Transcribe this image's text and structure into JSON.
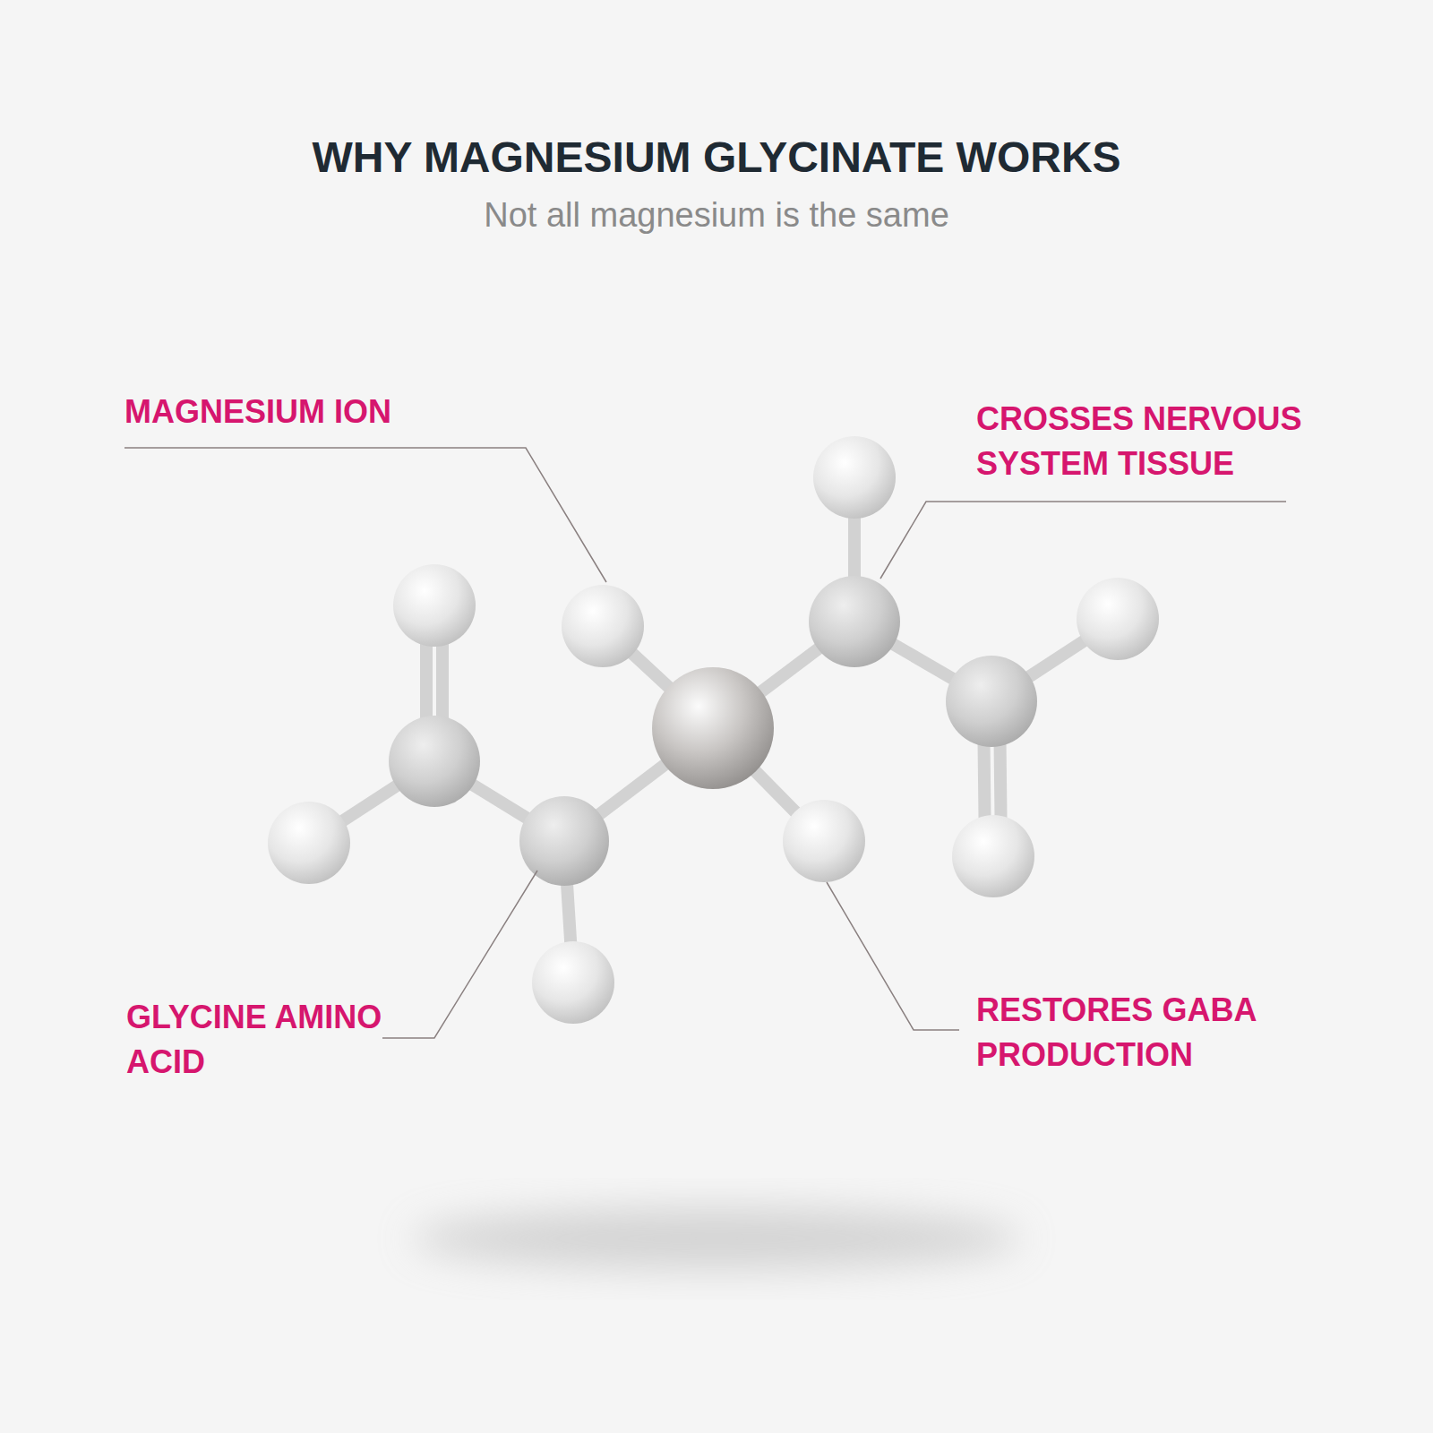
{
  "diagram": {
    "title": "WHY MAGNESIUM GLYCINATE WORKS",
    "labels": [
      "Not all magnesium is the same",
      "MAGNESIUM ION",
      "CROSSES NERVOUS SYSTEM TISSUE",
      "GLYCINE AMINO ACID",
      "RESTORES GABA PRODUCTION"
    ]
  }
}
